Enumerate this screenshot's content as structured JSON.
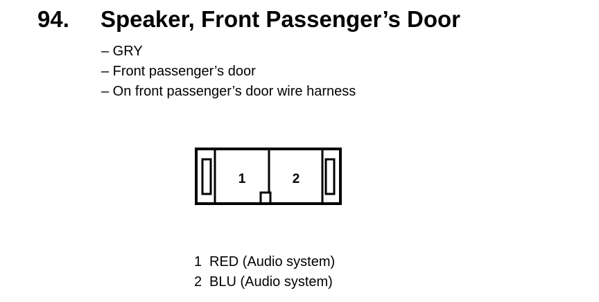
{
  "title": {
    "number": "94.",
    "text": "Speaker, Front Passenger’s Door"
  },
  "details": [
    "– GRY",
    "– Front passenger’s door",
    "– On front passenger’s door wire harness"
  ],
  "connector": {
    "cavities": [
      "1",
      "2"
    ]
  },
  "pins": [
    {
      "number": "1",
      "description": "RED (Audio system)"
    },
    {
      "number": "2",
      "description": "BLU (Audio system)"
    }
  ]
}
